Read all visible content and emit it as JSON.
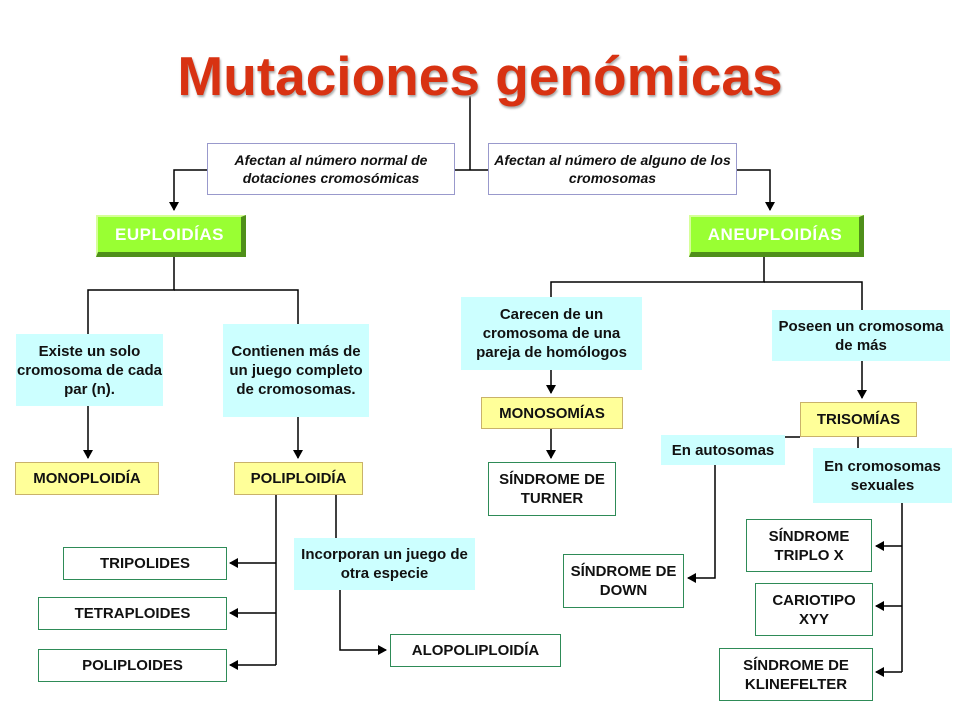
{
  "title": "Mutaciones genómicas",
  "notes": {
    "left": "Afectan al número normal de dotaciones cromosómicas",
    "right": "Afectan al número de alguno de los cromosomas"
  },
  "nodes": {
    "euploidias": "EUPLOIDÍAS",
    "aneuploidias": "ANEUPLOIDÍAS",
    "existe_solo": "Existe un solo cromosoma de cada par (n).",
    "contienen_mas": "Contienen más de un juego completo de cromosomas.",
    "monoploidia": "MONOPLOIDÍA",
    "poliploidia": "POLIPLOIDÍA",
    "tripolides": "TRIPOLIDES",
    "tetraploides": "TETRAPLOIDES",
    "poliploides": "POLIPLOIDES",
    "incorporan": "Incorporan un juego de otra especie",
    "alopoliploidia": "ALOPOLIPLOIDÍA",
    "carecen": "Carecen de un cromosoma de una pareja de homólogos",
    "monosomias": "MONOSOMÍAS",
    "turner": "SÍNDROME DE TURNER",
    "poseen": "Poseen un cromosoma de más",
    "trisomias": "TRISOMÍAS",
    "autosomas": "En autosomas",
    "sexuales": "En cromosomas sexuales",
    "down": "SÍNDROME DE DOWN",
    "triplo_x": "SÍNDROME TRIPLO X",
    "xyy": "CARIOTIPO XYY",
    "klinefelter": "SÍNDROME DE KLINEFELTER"
  },
  "colors": {
    "title": "#d83212",
    "green_box": "#99ff33",
    "cyan_box": "#ccffff",
    "yellow_box": "#ffff99",
    "line": "#000000"
  }
}
